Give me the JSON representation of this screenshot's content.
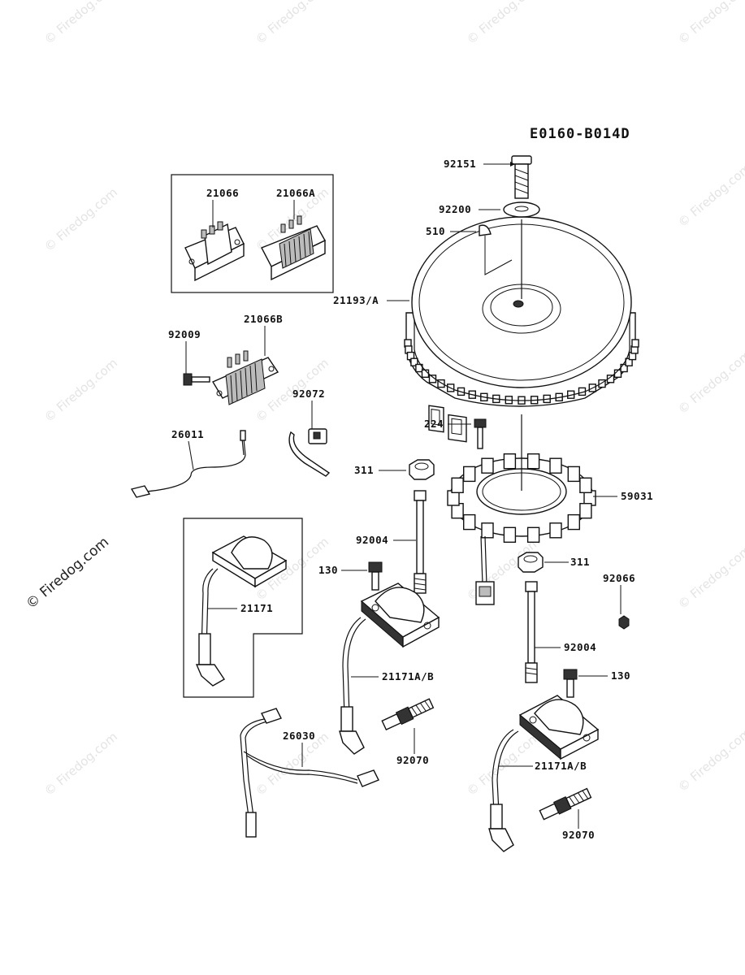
{
  "diagram_code": "E0160-B014D",
  "watermark": "© Firedog.com",
  "labels": {
    "p92151": "92151",
    "p92200": "92200",
    "p510": "510",
    "p21193": "21193/A",
    "p21066": "21066",
    "p21066A": "21066A",
    "p21066B": "21066B",
    "p92009": "92009",
    "p92072": "92072",
    "p26011": "26011",
    "p224": "224",
    "p311a": "311",
    "p59031": "59031",
    "p92004a": "92004",
    "p130a": "130",
    "p21171": "21171",
    "p311b": "311",
    "p92066": "92066",
    "p92004b": "92004",
    "p130b": "130",
    "p21171AB_a": "21171A/B",
    "p26030": "26030",
    "p92070a": "92070",
    "p21171AB_b": "21171A/B",
    "p92070b": "92070"
  }
}
